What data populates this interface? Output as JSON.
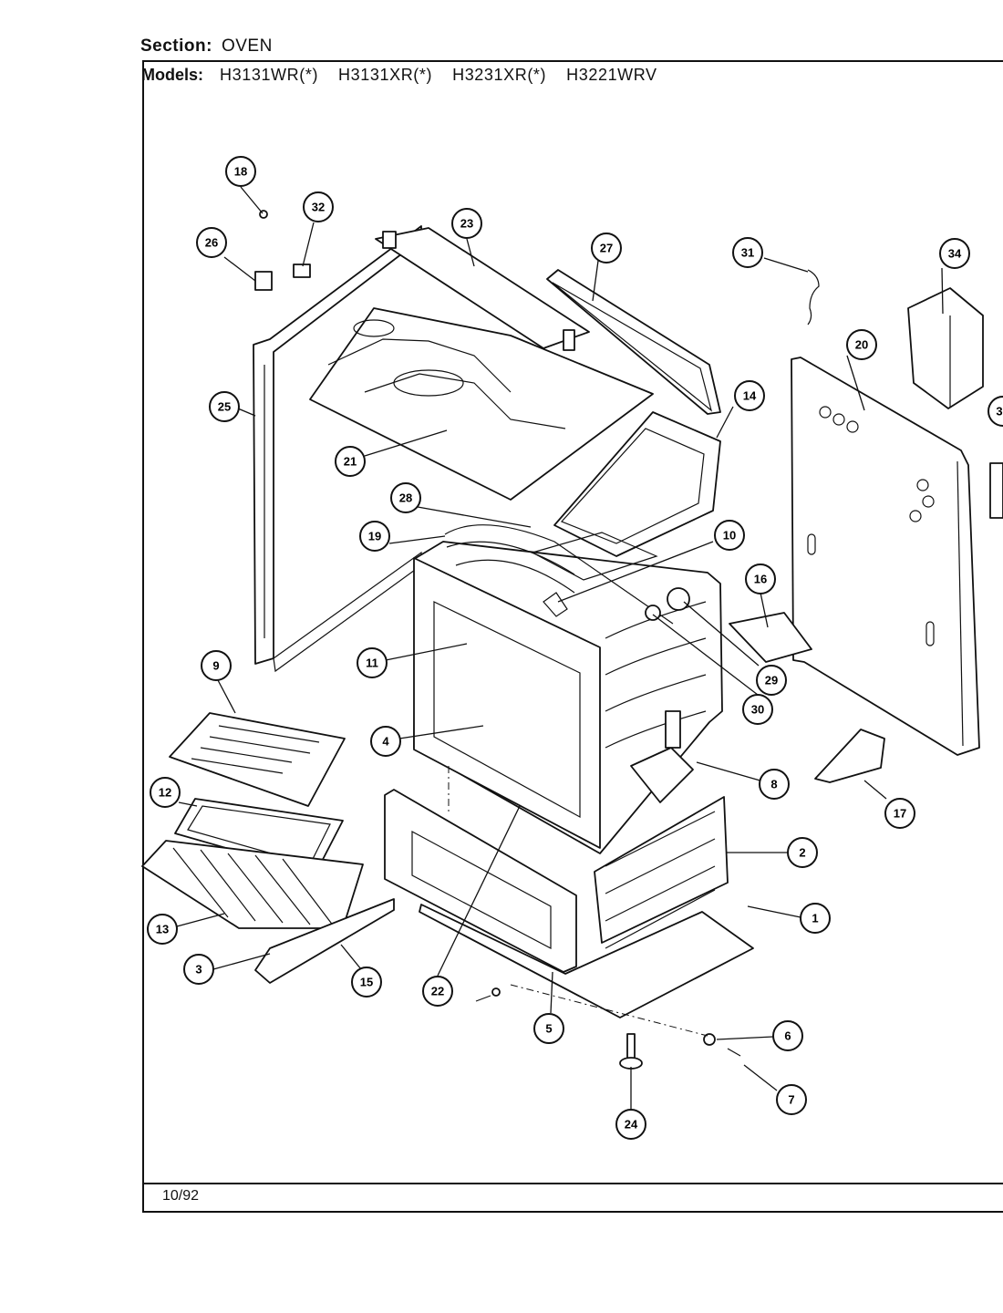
{
  "header": {
    "section_label": "Section:",
    "section_value": "OVEN",
    "models_label": "Models:",
    "models": [
      "H3131WR(*)",
      "H3131XR(*)",
      "H3231XR(*)",
      "H3221WRV"
    ]
  },
  "footer": {
    "date": "10/92"
  },
  "callouts": [
    "1",
    "2",
    "3",
    "4",
    "5",
    "6",
    "7",
    "8",
    "9",
    "10",
    "11",
    "12",
    "13",
    "14",
    "15",
    "16",
    "17",
    "18",
    "19",
    "20",
    "21",
    "22",
    "23",
    "24",
    "25",
    "26",
    "27",
    "28",
    "29",
    "30",
    "31",
    "32",
    "34",
    "3"
  ]
}
